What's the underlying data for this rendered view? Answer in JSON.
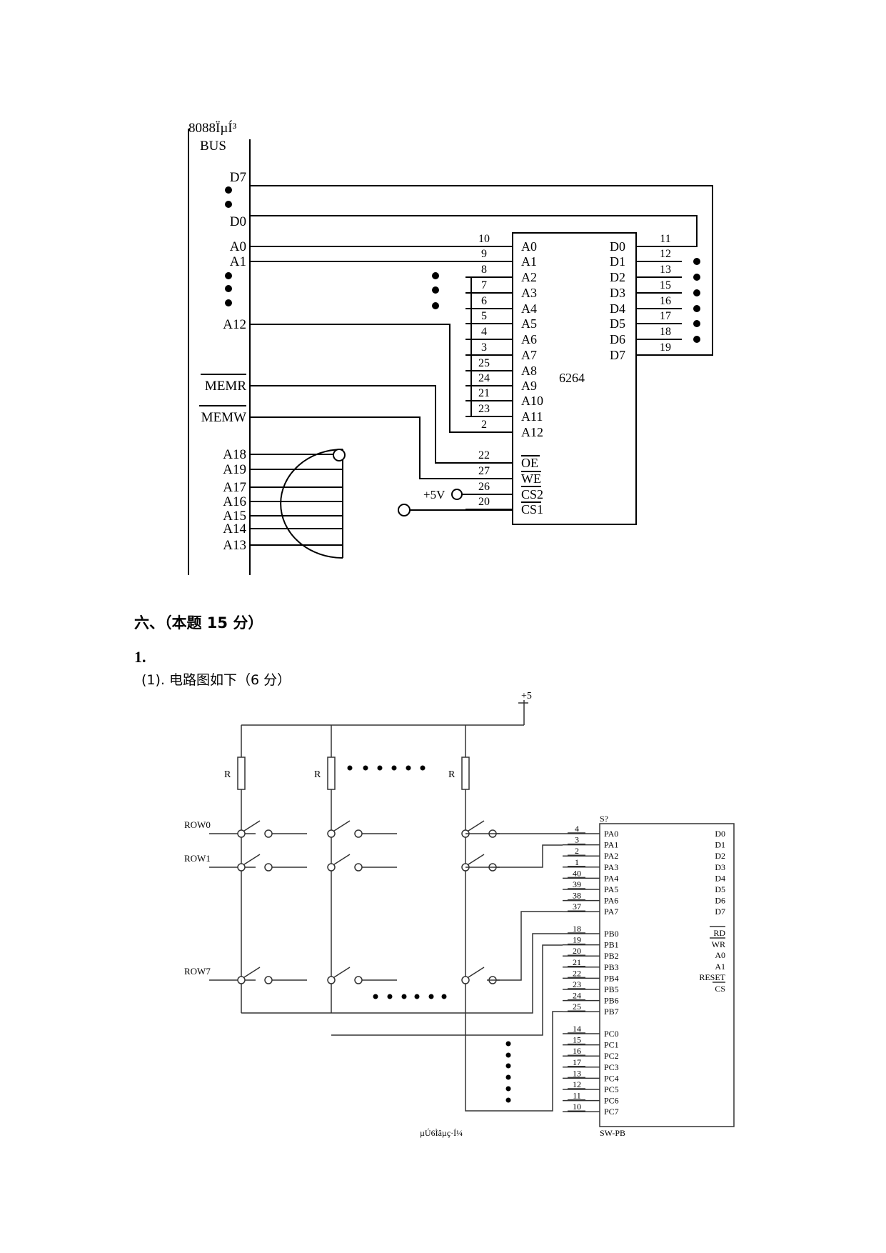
{
  "diagram1": {
    "bus_title_line1": "8088ÏµÍ³",
    "bus_title_line2": "BUS",
    "bus_labels": [
      "D7",
      "D0",
      "A0",
      "A1",
      "A12",
      "MEMR",
      "MEMW",
      "A18",
      "A19",
      "A17",
      "A16",
      "A15",
      "A14",
      "A13"
    ],
    "chip_name": "6264",
    "chip_left_pins": [
      "A0",
      "A1",
      "A2",
      "A3",
      "A4",
      "A5",
      "A6",
      "A7",
      "A8",
      "A9",
      "A10",
      "A11",
      "A12",
      "OE",
      "WE",
      "CS2",
      "CS1"
    ],
    "chip_left_pin_numbers": [
      "10",
      "9",
      "8",
      "7",
      "6",
      "5",
      "4",
      "3",
      "25",
      "24",
      "21",
      "23",
      "2",
      "22",
      "27",
      "26",
      "20"
    ],
    "chip_right_pins": [
      "D0",
      "D1",
      "D2",
      "D3",
      "D4",
      "D5",
      "D6",
      "D7"
    ],
    "chip_right_pin_numbers": [
      "11",
      "12",
      "13",
      "15",
      "16",
      "17",
      "18",
      "19"
    ],
    "vcc_label": "+5V"
  },
  "section_heading": "六、（本题 15 分）",
  "question_number": "1.",
  "sub_heading": "(1). 电路图如下（6 分）",
  "diagram2": {
    "vcc_label": "+5",
    "resistor_label": "R",
    "row_labels": [
      "ROW0",
      "ROW1",
      "ROW7"
    ],
    "chip_ref": "S?",
    "chip_part": "SW-PB",
    "portA_pins": [
      "PA0",
      "PA1",
      "PA2",
      "PA3",
      "PA4",
      "PA5",
      "PA6",
      "PA7"
    ],
    "portA_numbers": [
      "4",
      "3",
      "2",
      "1",
      "40",
      "39",
      "38",
      "37"
    ],
    "portB_pins": [
      "PB0",
      "PB1",
      "PB2",
      "PB3",
      "PB4",
      "PB5",
      "PB6",
      "PB7"
    ],
    "portB_numbers": [
      "18",
      "19",
      "20",
      "21",
      "22",
      "23",
      "24",
      "25"
    ],
    "portC_pins": [
      "PC0",
      "PC1",
      "PC2",
      "PC3",
      "PC4",
      "PC5",
      "PC6",
      "PC7"
    ],
    "portC_numbers": [
      "14",
      "15",
      "16",
      "17",
      "13",
      "12",
      "11",
      "10"
    ],
    "data_pins": [
      "D0",
      "D1",
      "D2",
      "D3",
      "D4",
      "D5",
      "D6",
      "D7"
    ],
    "control_pins": [
      "RD",
      "WR",
      "A0",
      "A1",
      "RESET",
      "CS"
    ],
    "caption": "µÚ6Ìâµç·Í¼"
  }
}
